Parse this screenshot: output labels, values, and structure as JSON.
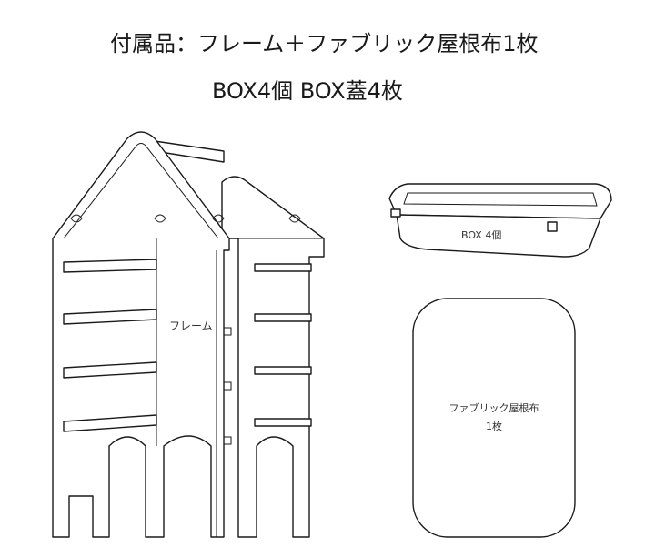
{
  "header": {
    "line1": "付属品：フレーム＋ファブリック屋根布1枚",
    "line2": "BOX4個 BOX蓋4枚"
  },
  "labels": {
    "frame": "フレーム",
    "box": "BOX 4個",
    "fabric_line1": "ファブリック屋根布",
    "fabric_line2": "1枚"
  }
}
